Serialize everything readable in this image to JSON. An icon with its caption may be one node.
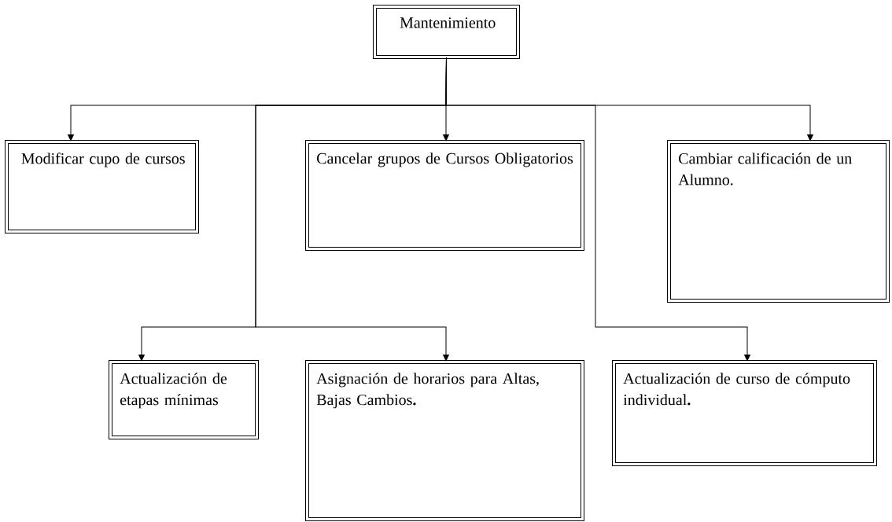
{
  "diagram": {
    "nodes": [
      {
        "text": [
          "Mantenimiento"
        ]
      },
      {
        "text": [
          "Modificar cupo de cursos"
        ]
      },
      {
        "text": [
          "Cancelar grupos de Cursos Obligatorios"
        ]
      },
      {
        "text": [
          "Cambiar calificación de un Alumno."
        ]
      },
      {
        "text": [
          "Actualización de etapas mínimas"
        ]
      },
      {
        "text": [
          "Asignación de horarios para Altas, Bajas Cambios**.**"
        ]
      },
      {
        "text": [
          "Actualización de curso de cómputo individual**.**"
        ]
      }
    ],
    "edges": [
      {
        "from": 0,
        "to": 1,
        "arrow": "to"
      },
      {
        "from": 0,
        "to": 2,
        "arrow": "to"
      },
      {
        "from": 0,
        "to": 3,
        "arrow": "to"
      },
      {
        "from": 0,
        "to": 4,
        "arrow": "to"
      },
      {
        "from": 0,
        "to": 5,
        "arrow": "to"
      },
      {
        "from": 0,
        "to": 6,
        "arrow": "to"
      }
    ]
  }
}
